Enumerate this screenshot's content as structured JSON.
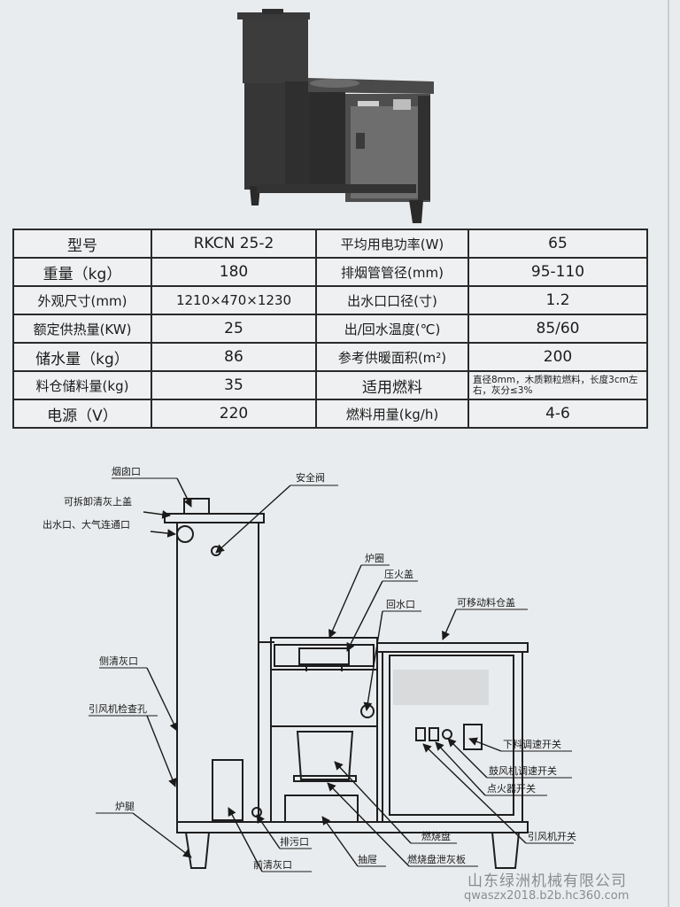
{
  "specs": {
    "rows": [
      [
        {
          "label": "型号",
          "value": "RKCN 25-2"
        },
        {
          "label": "平均用电功率(W)",
          "value": "65"
        }
      ],
      [
        {
          "label": "重量（kg）",
          "value": "180"
        },
        {
          "label": "排烟管管径(mm)",
          "value": "95-110"
        }
      ],
      [
        {
          "label": "外观尺寸(mm)",
          "value": "1210×470×1230"
        },
        {
          "label": "出水口口径(寸)",
          "value": "1.2"
        }
      ],
      [
        {
          "label": "额定供热量(KW)",
          "value": "25"
        },
        {
          "label": "出/回水温度(℃)",
          "value": "85/60"
        }
      ],
      [
        {
          "label": "储水量（kg）",
          "value": "86"
        },
        {
          "label": "参考供暖面积(m²)",
          "value": "200"
        }
      ],
      [
        {
          "label": "料仓储料量(kg)",
          "value": "35"
        },
        {
          "label": "适用燃料",
          "value": "直径8mm，木质颗粒燃料，长度3cm左右，灰分≤3%"
        }
      ],
      [
        {
          "label": "电源（V）",
          "value": "220"
        },
        {
          "label": "燃料用量(kg/h)",
          "value": "4-6"
        }
      ]
    ]
  },
  "diagram": {
    "labels": {
      "flue_outlet": "烟囱口",
      "removable_cover": "可拆卸清灰上盖",
      "water_outlet": "出水口、大气连通口",
      "safety_valve": "安全阀",
      "furnace_ring": "炉圈",
      "fire_cover": "压火盖",
      "return_water": "回水口",
      "movable_hopper_cover": "可移动料仓盖",
      "side_ash_port": "侧清灰口",
      "fan_inspection_hole": "引风机检查孔",
      "feed_speed_switch": "下料调速开关",
      "blower_speed_switch": "鼓风机调速开关",
      "igniter_switch": "点火器开关",
      "fan_switch": "引风机开关",
      "furnace_leg": "炉腿",
      "drain_outlet": "排污口",
      "front_ash_port": "前清灰口",
      "drawer": "抽屉",
      "burner_tray": "燃烧盘",
      "burner_ash_leak": "燃烧盘泄灰板"
    }
  },
  "watermark": {
    "company": "山东绿洲机械有限公司",
    "url": "qwaszx2018.b2b.hc360.com"
  }
}
